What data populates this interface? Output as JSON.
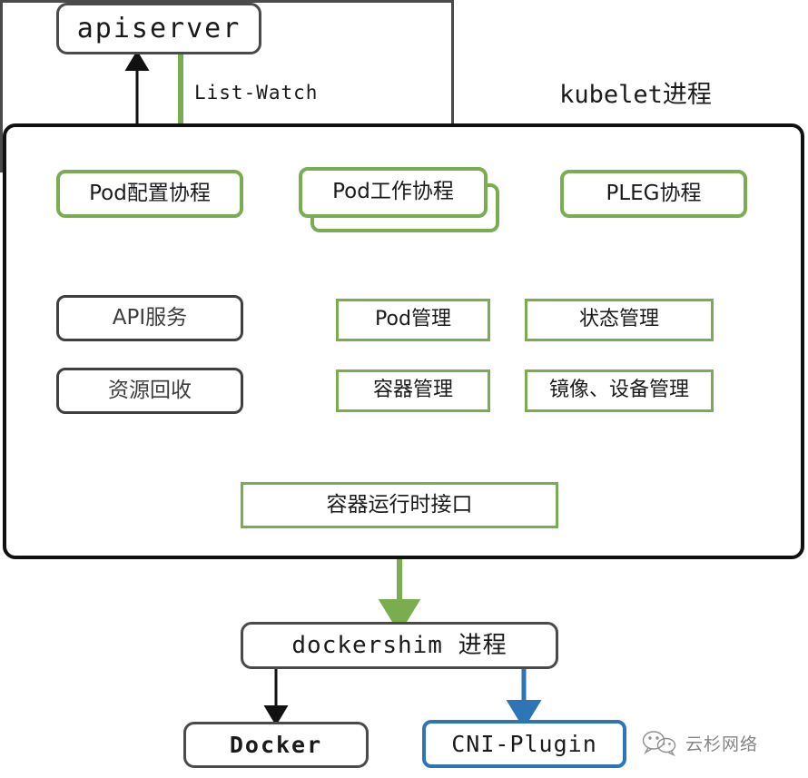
{
  "diagram": {
    "title_outer": "kubelet进程",
    "top_node": {
      "label": "apiserver"
    },
    "edge_labels": {
      "list_watch": "List-Watch"
    },
    "coroutines": [
      {
        "id": "pod-config",
        "label": "Pod配置协程"
      },
      {
        "id": "pod-worker",
        "label": "Pod工作协程"
      },
      {
        "id": "pleg",
        "label": "PLEG协程"
      }
    ],
    "side_modules": [
      {
        "id": "api-service",
        "label": "API服务"
      },
      {
        "id": "resource-recycle",
        "label": "资源回收"
      }
    ],
    "manager_group": {
      "items": [
        {
          "id": "pod-manager",
          "label": "Pod管理"
        },
        {
          "id": "status-manager",
          "label": "状态管理"
        },
        {
          "id": "container-manager",
          "label": "容器管理"
        },
        {
          "id": "image-device-manager",
          "label": "镜像、设备管理"
        }
      ]
    },
    "cri_node": {
      "label": "容器运行时接口"
    },
    "dockershim_node": {
      "label": "dockershim 进程"
    },
    "runtime_nodes": [
      {
        "id": "docker",
        "label": "Docker"
      },
      {
        "id": "cni-plugin",
        "label": "CNI-Plugin"
      }
    ],
    "watermark": {
      "text": "云杉网络",
      "icon": "wechat-bubble-icon"
    },
    "colors": {
      "green": "#7aad4f",
      "blue": "#2e75b6",
      "dark": "#111111",
      "gray": "#4a4a4a"
    }
  }
}
